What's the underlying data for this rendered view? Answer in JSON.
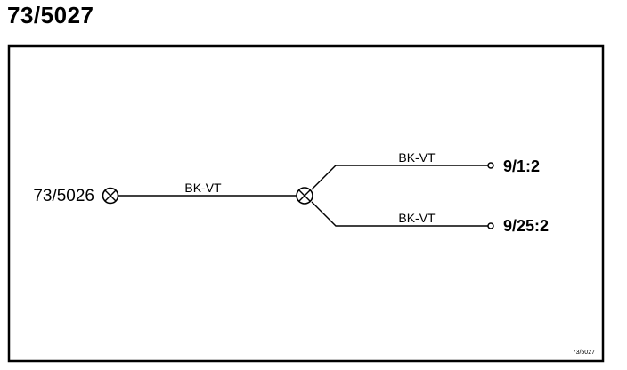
{
  "page_title": "73/5027",
  "source_connector": "73/5026",
  "main_wire_color": "BK-VT",
  "branches": [
    {
      "wire_color": "BK-VT",
      "destination": "9/1:2"
    },
    {
      "wire_color": "BK-VT",
      "destination": "9/25:2"
    }
  ],
  "diagram_id": "73/5027"
}
